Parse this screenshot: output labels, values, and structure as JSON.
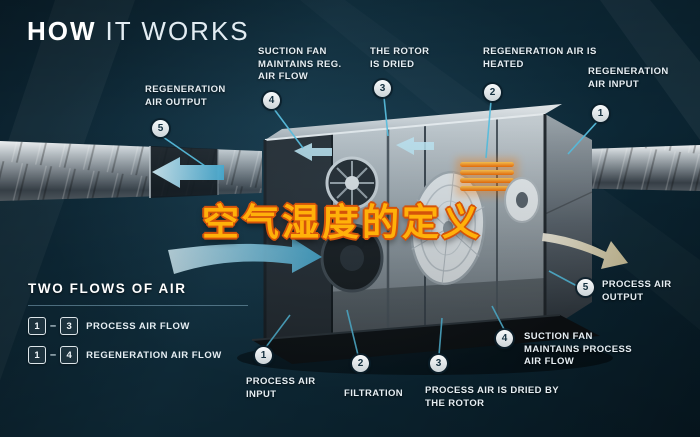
{
  "title": {
    "word1": "HOW",
    "word2": "IT WORKS"
  },
  "overlay": {
    "text": "空气湿度的定义"
  },
  "callouts": [
    {
      "num": "5",
      "label": "REGENERATION AIR OUTPUT"
    },
    {
      "num": "4",
      "label": "SUCTION FAN MAINTAINS REG. AIR FLOW"
    },
    {
      "num": "3",
      "label": "THE ROTOR IS DRIED"
    },
    {
      "num": "2",
      "label": "REGENERATION AIR IS HEATED"
    },
    {
      "num": "1",
      "label": "REGENERATION AIR INPUT"
    },
    {
      "num": "5",
      "label": "PROCESS AIR OUTPUT"
    },
    {
      "num": "4",
      "label": "SUCTION FAN MAINTAINS PROCESS AIR FLOW"
    },
    {
      "num": "3",
      "label": "PROCESS AIR IS DRIED BY THE ROTOR"
    },
    {
      "num": "2",
      "label": "FILTRATION"
    },
    {
      "num": "1",
      "label": "PROCESS AIR INPUT"
    }
  ],
  "legend": {
    "title": "TWO FLOWS OF AIR",
    "rows": [
      {
        "from": "1",
        "dash": "–",
        "to": "3",
        "label": "PROCESS AIR FLOW"
      },
      {
        "from": "1",
        "dash": "–",
        "to": "4",
        "label": "REGENERATION AIR FLOW"
      }
    ]
  },
  "colors": {
    "background": "#0d2a39",
    "accent_cyan": "#56bfe0",
    "overlay_orange": "#ffb10a",
    "heater_orange": "#ff7a00",
    "label_text": "#e6eef3"
  }
}
